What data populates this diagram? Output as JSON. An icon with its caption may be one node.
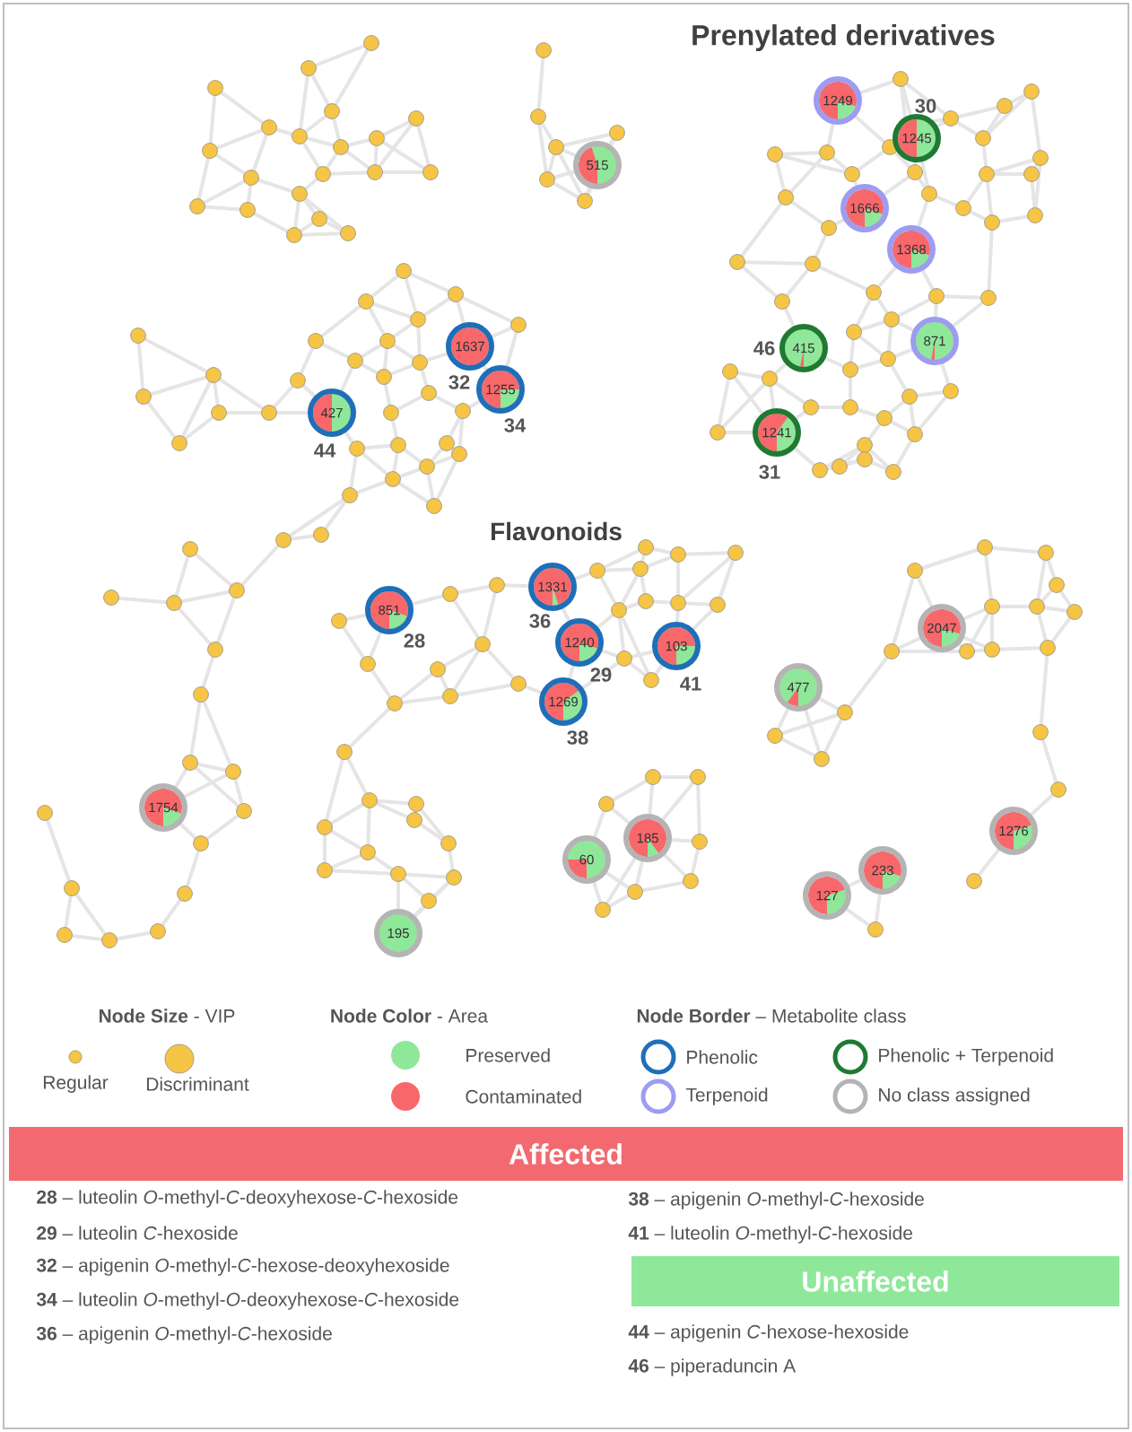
{
  "diagram": {
    "nodes": [
      {
        "text": [
          "515"
        ]
      },
      {
        "text": [
          "1249"
        ]
      },
      {
        "text": [
          "1245"
        ],
        "beside": [
          "30"
        ]
      },
      {
        "text": [
          "1666"
        ]
      },
      {
        "text": [
          "1368"
        ]
      },
      {
        "text": [
          "415"
        ],
        "beside": [
          "46"
        ]
      },
      {
        "text": [
          "871"
        ]
      },
      {
        "text": [
          "1241"
        ],
        "beside": [
          "31"
        ]
      },
      {
        "text": [
          "1637"
        ],
        "beside": [
          "32"
        ]
      },
      {
        "text": [
          "1255"
        ],
        "beside": [
          "34"
        ]
      },
      {
        "text": [
          "427"
        ],
        "beside": [
          "44"
        ]
      },
      {
        "text": [
          "851"
        ],
        "beside": [
          "28"
        ]
      },
      {
        "text": [
          "1331"
        ],
        "beside": [
          "36"
        ]
      },
      {
        "text": [
          "1240"
        ],
        "beside": [
          "29"
        ]
      },
      {
        "text": [
          "103"
        ],
        "beside": [
          "41"
        ]
      },
      {
        "text": [
          "1269"
        ],
        "beside": [
          "38"
        ]
      },
      {
        "text": [
          "2047"
        ]
      },
      {
        "text": [
          "477"
        ]
      },
      {
        "text": [
          "1754"
        ]
      },
      {
        "text": [
          "60"
        ]
      },
      {
        "text": [
          "185"
        ]
      },
      {
        "text": [
          "1276"
        ]
      },
      {
        "text": [
          "233"
        ]
      },
      {
        "text": [
          "127"
        ]
      },
      {
        "text": [
          "195"
        ]
      },
      {
        "text": [
          "Affected"
        ]
      },
      {
        "text": [
          "Unaffected"
        ]
      }
    ],
    "labels": [
      "Prenylated derivatives",
      "Flavonoids",
      "**Node Size** - VIP",
      "**Node Color** - Area",
      "**Node Border** – Metabolite class",
      "**28** – luteolin *O*-methyl-*C*-deoxyhexose-*C*-hexoside",
      "**29** – luteolin *C*-hexoside",
      "**32** – apigenin *O*-methyl-*C*-hexose-deoxyhexoside",
      "**34** – luteolin *O*-methyl-*O*-deoxyhexose-*C*-hexoside",
      "**36** – apigenin *O*-methyl-*C*-hexoside",
      "**38** – apigenin *O*-methyl-*C*-hexoside",
      "**41** – luteolin *O*-methyl-*C*-hexoside",
      "**44** – apigenin *C*-hexose-hexoside",
      "**46** –  piperaduncin A"
    ],
    "legend": [
      {
        "text": "Regular"
      },
      {
        "text": "Discriminant"
      },
      {
        "text": "Preserved",
        "color": "#8fe89a"
      },
      {
        "text": "Contaminated",
        "color": "#f8686b"
      },
      {
        "text": "Phenolic"
      },
      {
        "text": "Phenolic + Terpenoid"
      },
      {
        "text": "Terpenoid"
      },
      {
        "text": "No class assigned"
      }
    ]
  }
}
